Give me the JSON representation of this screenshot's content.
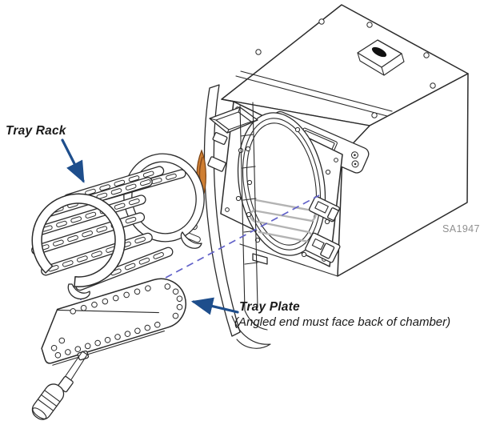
{
  "figure": {
    "id_text": "SA1947i",
    "colors": {
      "background": "#ffffff",
      "line": "#2b2b2b",
      "gasket_orange": "#cf7f33",
      "gasket_orange_dark": "#8a4d1e",
      "arrow_blue": "#1e4e8c",
      "dashed_guide_blue": "#6262c9",
      "figure_id_gray": "#8f8f8f",
      "heating_element_gray": "#b3b3b3"
    }
  },
  "labels": {
    "tray_rack": "Tray Rack",
    "tray_plate": "Tray Plate",
    "tray_plate_note": "(Angled end must face back of chamber)"
  }
}
